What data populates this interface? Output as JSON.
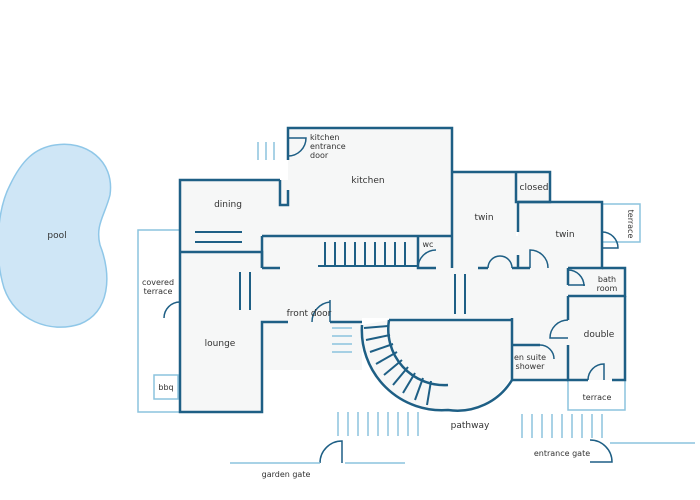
{
  "colors": {
    "wall": "#1e5f85",
    "light_wall": "#8cc3dd",
    "floor": "#f6f7f7",
    "pool_fill": "#cfe6f6",
    "pool_edge": "#8fc7e8",
    "text": "#333333"
  },
  "labels": {
    "pool": "pool",
    "kitchen_entrance_door": [
      "kitchen",
      "entrance",
      "door"
    ],
    "kitchen": "kitchen",
    "dining": "dining",
    "closed": "closed",
    "twin_1": "twin",
    "twin_2": "twin",
    "terrace_side": "terrace",
    "wc": "wc",
    "covered_terrace": [
      "covered",
      "terrace"
    ],
    "front_door": "front door",
    "bath_room": [
      "bath",
      "room"
    ],
    "lounge": "lounge",
    "double": "double",
    "en_suite_shower": [
      "en suite",
      "shower"
    ],
    "bbq": "bbq",
    "terrace_bottom": "terrace",
    "pathway": "pathway",
    "garden_gate": "garden gate",
    "entrance_gate": "entrance gate"
  }
}
